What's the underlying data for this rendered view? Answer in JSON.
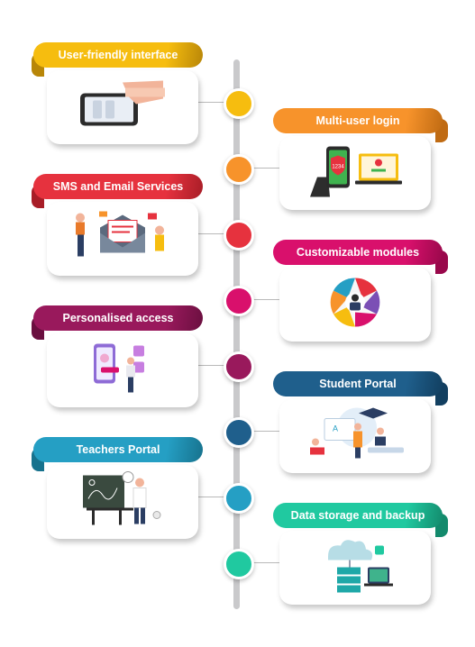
{
  "items": [
    {
      "label": "User-friendly interface",
      "color": "#f6bd0f",
      "dark": "#b88608",
      "icon": "mobile-app-icon"
    },
    {
      "label": "Multi-user login",
      "color": "#f7932b",
      "dark": "#c06b13",
      "icon": "multi-user-login-icon"
    },
    {
      "label": "SMS and Email Services",
      "color": "#e6323e",
      "dark": "#a81d27",
      "icon": "email-service-icon"
    },
    {
      "label": "Customizable modules",
      "color": "#d9106c",
      "dark": "#99084b",
      "icon": "modules-icon"
    },
    {
      "label": "Personalised access",
      "color": "#99195c",
      "dark": "#6a0f3f",
      "icon": "personal-access-icon"
    },
    {
      "label": "Student Portal",
      "color": "#1f5f8c",
      "dark": "#123f60",
      "icon": "student-portal-icon"
    },
    {
      "label": "Teachers Portal",
      "color": "#259fc4",
      "dark": "#17728d",
      "icon": "teacher-portal-icon"
    },
    {
      "label": "Data storage and backup",
      "color": "#20c9a0",
      "dark": "#138a6c",
      "icon": "cloud-storage-icon"
    }
  ]
}
